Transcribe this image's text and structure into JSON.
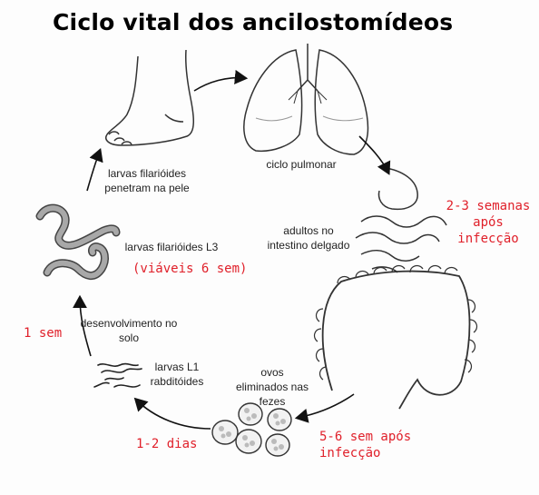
{
  "title": "Ciclo vital dos ancilostomídeos",
  "labels": {
    "lungs": "ciclo pulmonar",
    "adults": "adultos no intestino delgado",
    "eggs": "ovos eliminados nas fezes",
    "l1": "larvas L1 rabditóides",
    "development": "desenvolvimento no solo",
    "l3": "larvas filarióides L3",
    "skin": "larvas filarióides penetram na pele"
  },
  "times": {
    "weeks_2_3": "2-3 semanas após infecção",
    "viable": "(viáveis 6 sem)",
    "weeks_5_6": "5-6 sem após infecção",
    "one_week": "1 sem",
    "days_1_2": "1-2 dias"
  },
  "colors": {
    "time_text": "#e0202a",
    "line": "#222222",
    "larva_gray": "#9a9a9a"
  }
}
